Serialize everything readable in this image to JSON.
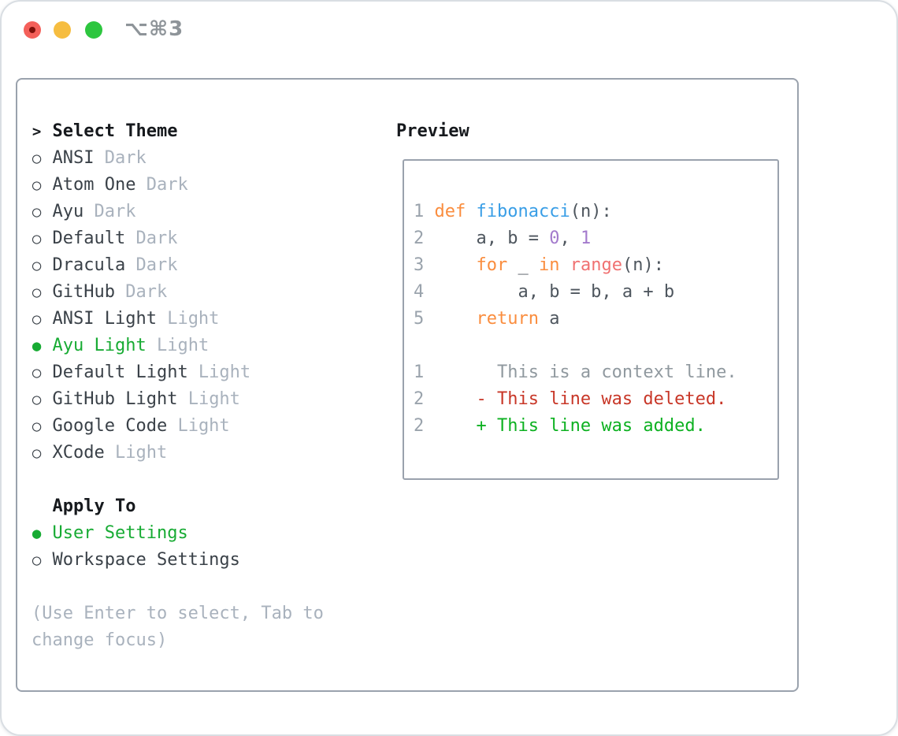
{
  "window": {
    "title": "⌥⌘3",
    "traffic_lights": {
      "red": "#f4605a",
      "red_inner_dot": "#7e100a",
      "yellow": "#f6bd40",
      "green": "#2dc63f"
    }
  },
  "colors": {
    "panel_border": "#9aa2ad",
    "window_border": "#d9dee3",
    "header_text": "#16191d",
    "item_text": "#3a4148",
    "muted_text": "#a9b2bd",
    "accent_green": "#17ab33",
    "title_gray": "#8e9499"
  },
  "sidebar": {
    "header": {
      "marker": ">",
      "label": "Select Theme"
    },
    "marker_selected": "●",
    "marker_unselected": "○",
    "themes": [
      {
        "name": "ANSI",
        "variant": "Dark",
        "selected": false
      },
      {
        "name": "Atom One",
        "variant": "Dark",
        "selected": false
      },
      {
        "name": "Ayu",
        "variant": "Dark",
        "selected": false
      },
      {
        "name": "Default",
        "variant": "Dark",
        "selected": false
      },
      {
        "name": "Dracula",
        "variant": "Dark",
        "selected": false
      },
      {
        "name": "GitHub",
        "variant": "Dark",
        "selected": false
      },
      {
        "name": "ANSI Light",
        "variant": "Light",
        "selected": false
      },
      {
        "name": "Ayu Light",
        "variant": "Light",
        "selected": true
      },
      {
        "name": "Default Light",
        "variant": "Light",
        "selected": false
      },
      {
        "name": "GitHub Light",
        "variant": "Light",
        "selected": false
      },
      {
        "name": "Google Code",
        "variant": "Light",
        "selected": false
      },
      {
        "name": "XCode",
        "variant": "Light",
        "selected": false
      }
    ],
    "apply": {
      "header": "Apply To",
      "options": [
        {
          "label": "User Settings",
          "selected": true
        },
        {
          "label": "Workspace Settings",
          "selected": false
        }
      ]
    },
    "hint_lines": [
      "(Use Enter to select, Tab to",
      "change focus)"
    ]
  },
  "preview": {
    "title": "Preview",
    "syntax_colors": {
      "line_number": "#9aa3ac",
      "plain": "#4e565e",
      "keyword": "#fa8d3e",
      "function": "#399ee6",
      "constant": "#a37acc",
      "call": "#f07171",
      "context": "#90999f",
      "deleted": "#c83728",
      "added": "#0db121"
    },
    "lines": [
      {
        "kind": "code",
        "tokens": [
          [
            "1",
            "line_number"
          ],
          [
            " ",
            "plain"
          ],
          [
            "def",
            "keyword"
          ],
          [
            " ",
            "plain"
          ],
          [
            "fibonacci",
            "function"
          ],
          [
            "(n):",
            "plain"
          ]
        ]
      },
      {
        "kind": "code",
        "tokens": [
          [
            "2",
            "line_number"
          ],
          [
            "     a, b = ",
            "plain"
          ],
          [
            "0",
            "constant"
          ],
          [
            ", ",
            "plain"
          ],
          [
            "1",
            "constant"
          ]
        ]
      },
      {
        "kind": "code",
        "tokens": [
          [
            "3",
            "line_number"
          ],
          [
            "     ",
            "plain"
          ],
          [
            "for",
            "keyword"
          ],
          [
            " _ ",
            "plain"
          ],
          [
            "in",
            "keyword"
          ],
          [
            " ",
            "plain"
          ],
          [
            "range",
            "call"
          ],
          [
            "(n):",
            "plain"
          ]
        ]
      },
      {
        "kind": "code",
        "tokens": [
          [
            "4",
            "line_number"
          ],
          [
            "         a, b = b, a + b",
            "plain"
          ]
        ]
      },
      {
        "kind": "code",
        "tokens": [
          [
            "5",
            "line_number"
          ],
          [
            "     ",
            "plain"
          ],
          [
            "return",
            "keyword"
          ],
          [
            " a",
            "plain"
          ]
        ]
      },
      {
        "kind": "blank",
        "tokens": []
      },
      {
        "kind": "context",
        "tokens": [
          [
            "1",
            "line_number"
          ],
          [
            "       This is a context line.",
            "context"
          ]
        ]
      },
      {
        "kind": "deleted",
        "tokens": [
          [
            "2",
            "line_number"
          ],
          [
            "     - This line was deleted.",
            "deleted"
          ]
        ]
      },
      {
        "kind": "added",
        "tokens": [
          [
            "2",
            "line_number"
          ],
          [
            "     + This line was added.",
            "added"
          ]
        ]
      }
    ]
  }
}
